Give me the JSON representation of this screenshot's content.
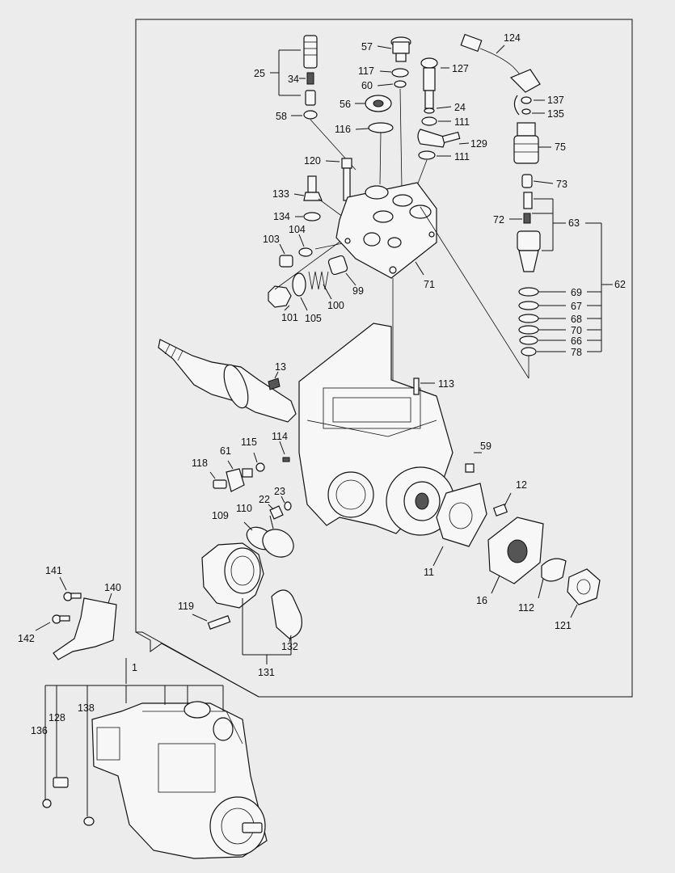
{
  "diagram": {
    "callouts": {
      "c1": "1",
      "c11": "11",
      "c12": "12",
      "c13": "13",
      "c16": "16",
      "c22": "22",
      "c23": "23",
      "c24": "24",
      "c25": "25",
      "c34": "34",
      "c56": "56",
      "c57": "57",
      "c58": "58",
      "c59": "59",
      "c60": "60",
      "c61": "61",
      "c62": "62",
      "c63": "63",
      "c66": "66",
      "c67": "67",
      "c68": "68",
      "c69": "69",
      "c70": "70",
      "c71": "71",
      "c72": "72",
      "c73": "73",
      "c75": "75",
      "c78": "78",
      "c99": "99",
      "c100": "100",
      "c101": "101",
      "c103": "103",
      "c104": "104",
      "c105": "105",
      "c109": "109",
      "c110": "110",
      "c111a": "111",
      "c111b": "111",
      "c112": "112",
      "c113": "113",
      "c114": "114",
      "c115": "115",
      "c116": "116",
      "c117": "117",
      "c118": "118",
      "c119": "119",
      "c120": "120",
      "c121": "121",
      "c124": "124",
      "c127": "127",
      "c128": "128",
      "c129": "129",
      "c131": "131",
      "c132": "132",
      "c133": "133",
      "c134": "134",
      "c135": "135",
      "c136": "136",
      "c137": "137",
      "c138": "138",
      "c140": "140",
      "c141": "141",
      "c142": "142"
    }
  }
}
